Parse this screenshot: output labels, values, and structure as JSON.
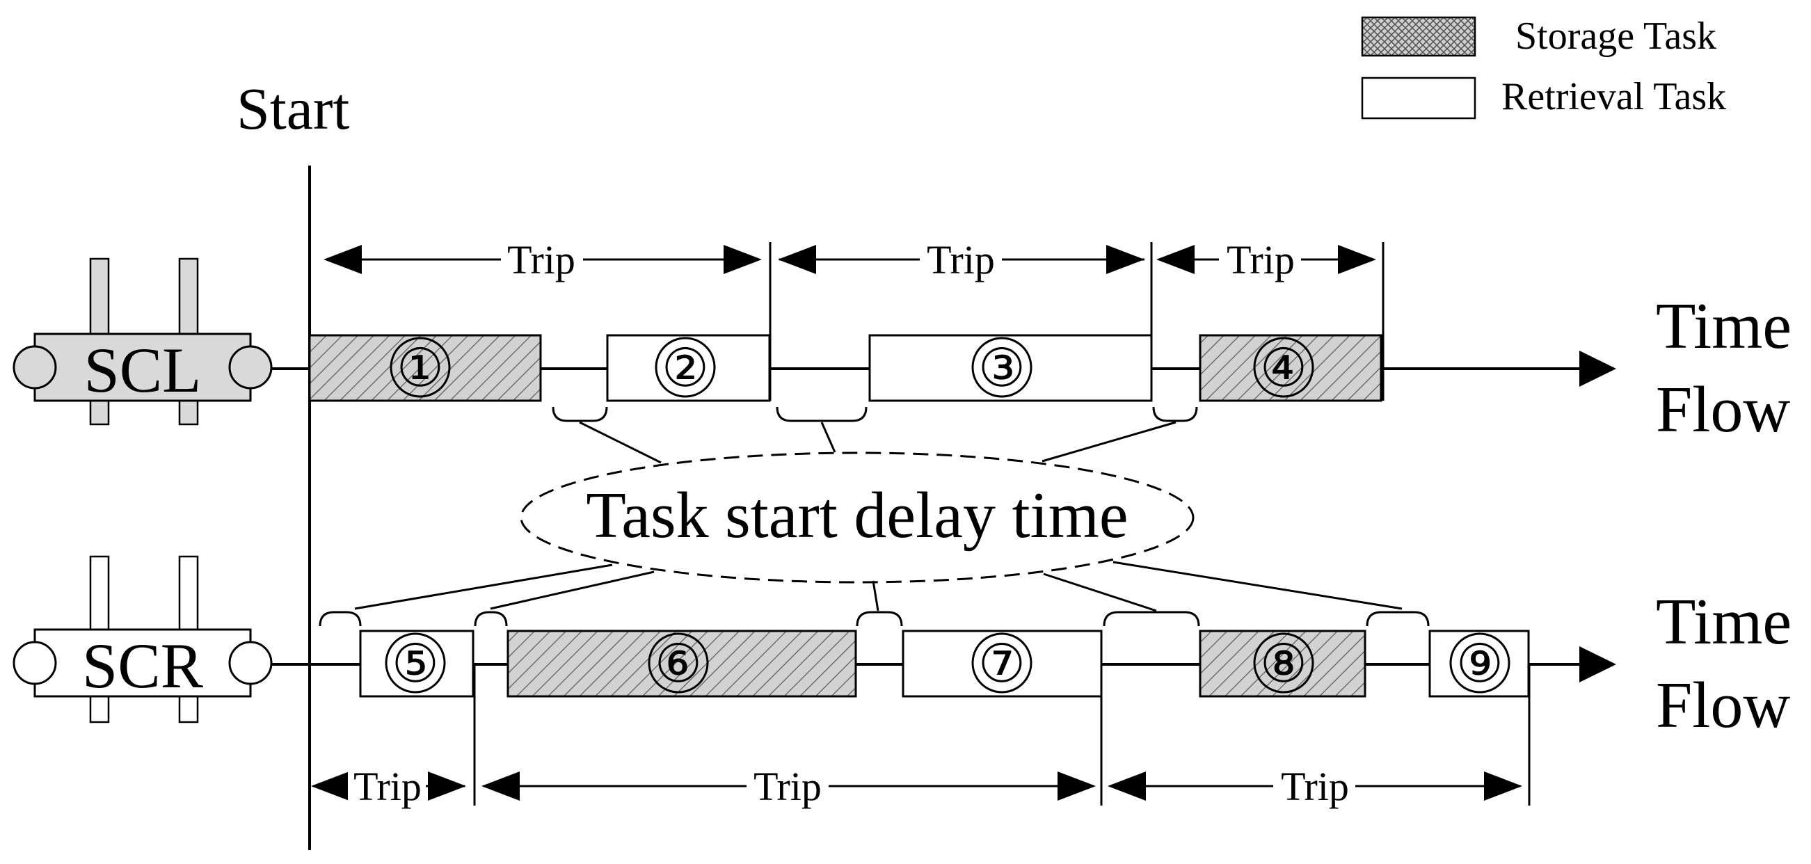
{
  "start_label": "Start",
  "legend": {
    "storage": "Storage Task",
    "retrieval": "Retrieval Task"
  },
  "delay_label": "Task start delay time",
  "machines": [
    {
      "id": "scl",
      "label": "SCL",
      "body_color": "#d9d9d9",
      "flow_label": [
        "Time",
        "Flow"
      ],
      "tasks": [
        {
          "num": "①",
          "type": "storage"
        },
        {
          "num": "②",
          "type": "retrieval"
        },
        {
          "num": "③",
          "type": "retrieval"
        },
        {
          "num": "④",
          "type": "storage"
        }
      ],
      "trip_labels": [
        "Trip",
        "Trip",
        "Trip"
      ]
    },
    {
      "id": "scr",
      "label": "SCR",
      "body_color": "#ffffff",
      "flow_label": [
        "Time",
        "Flow"
      ],
      "tasks": [
        {
          "num": "⑤",
          "type": "retrieval"
        },
        {
          "num": "⑥",
          "type": "storage"
        },
        {
          "num": "⑦",
          "type": "retrieval"
        },
        {
          "num": "⑧",
          "type": "storage"
        },
        {
          "num": "⑨",
          "type": "retrieval"
        }
      ],
      "trip_labels": [
        "Trip",
        "Trip",
        "Trip"
      ]
    }
  ]
}
